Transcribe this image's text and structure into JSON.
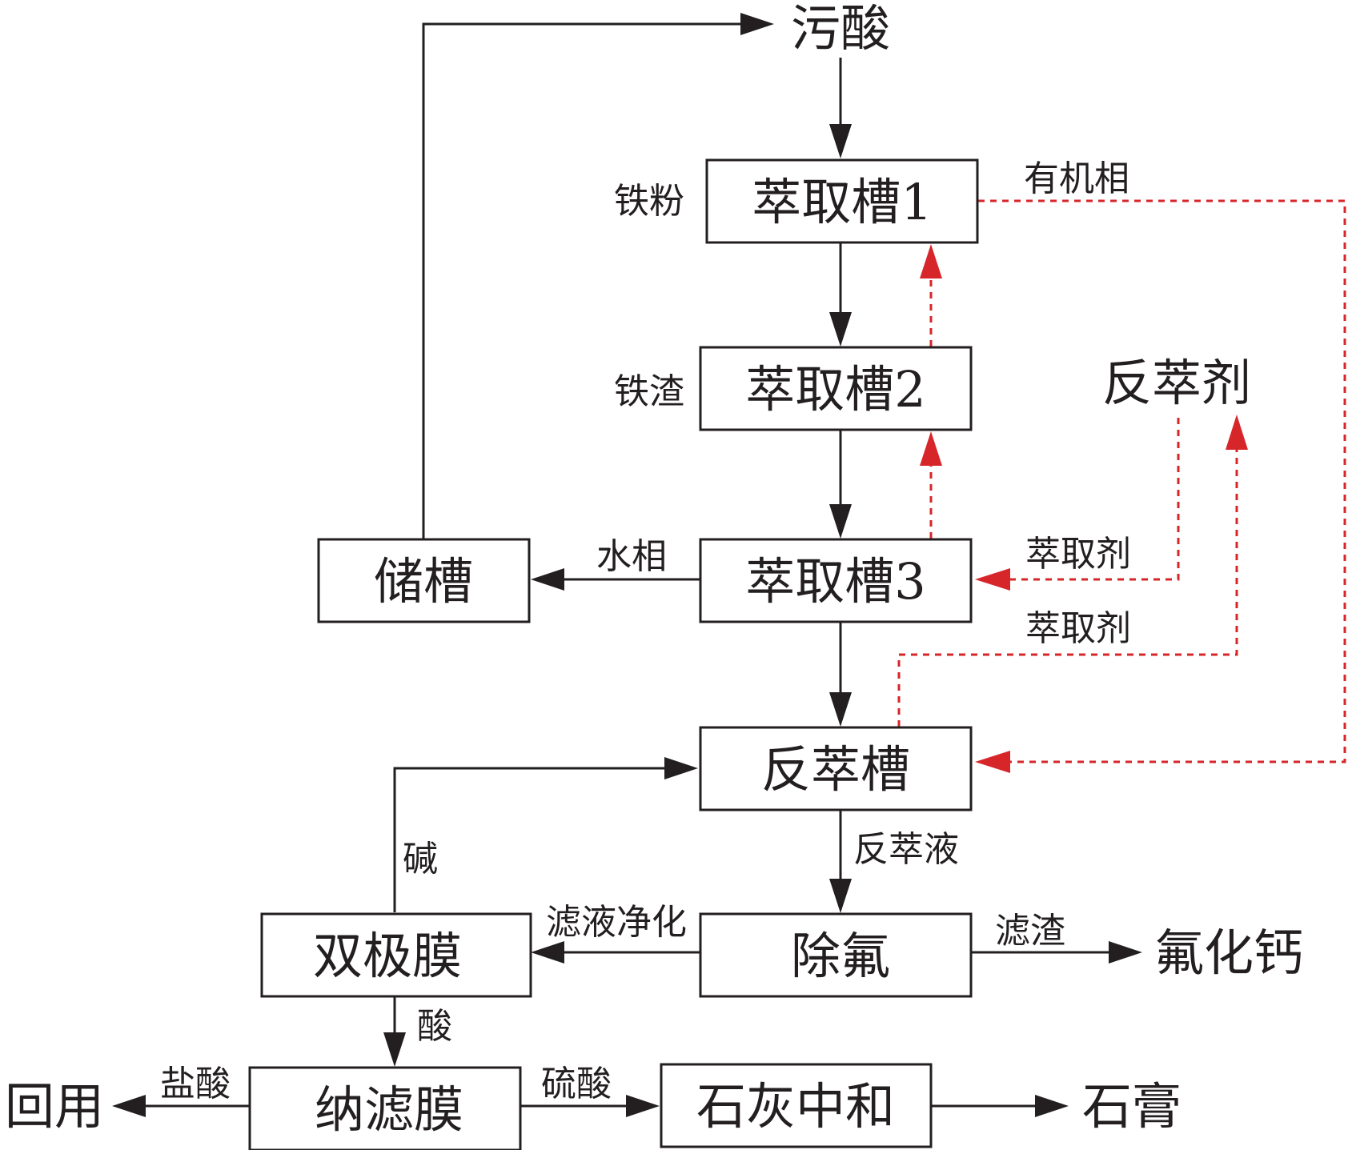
{
  "colors": {
    "line": "#231f20",
    "organic": "#d7262a"
  },
  "nodes": {
    "waste_acid": "污酸",
    "tank1": "萃取槽1",
    "tank2": "萃取槽2",
    "tank3": "萃取槽3",
    "storage": "储槽",
    "strip_tank": "反萃槽",
    "strip_agent": "反萃剂",
    "defluor": "除氟",
    "bipolar": "双极膜",
    "calcium_fluoride": "氟化钙",
    "nanofilter": "纳滤膜",
    "lime": "石灰中和",
    "gypsum": "石膏",
    "reuse": "回用"
  },
  "labels": {
    "iron_powder": "铁粉",
    "iron_slag": "铁渣",
    "organic_phase": "有机相",
    "aqueous_phase": "水相",
    "extractant_1": "萃取剂",
    "extractant_2": "萃取剂",
    "strip_liquor": "反萃液",
    "filtrate_purify": "滤液净化",
    "filter_residue": "滤渣",
    "alkali": "碱",
    "acid": "酸",
    "hydrochloric_acid": "盐酸",
    "sulfuric_acid": "硫酸"
  }
}
